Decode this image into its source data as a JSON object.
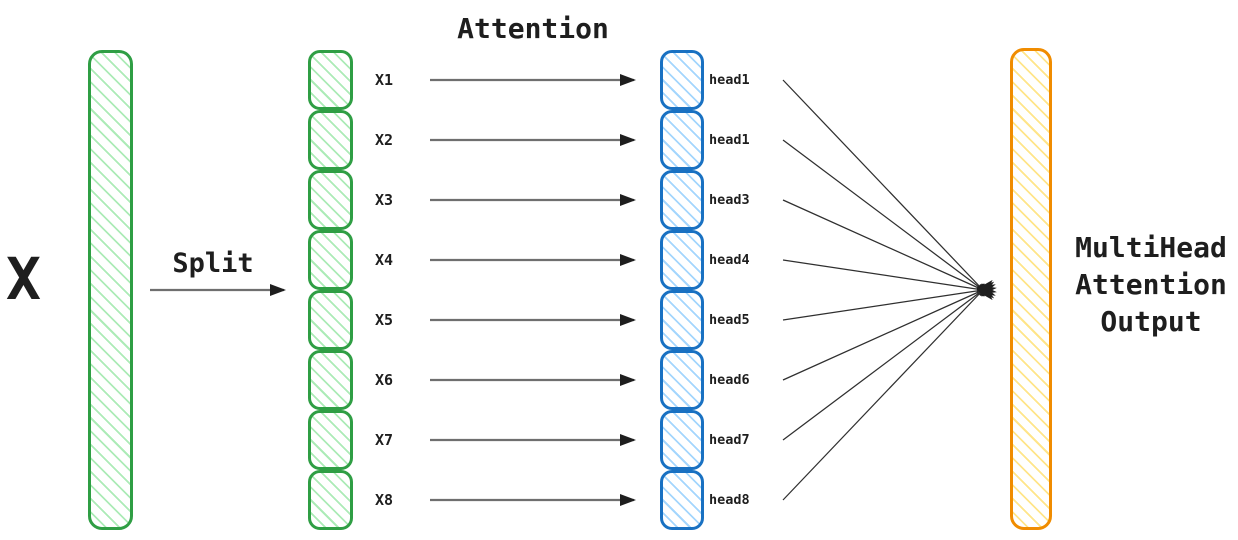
{
  "input_label": "X",
  "split_label": "Split",
  "attention_title": "Attention",
  "rows": [
    {
      "x_label": "X1",
      "head_label": "head1"
    },
    {
      "x_label": "X2",
      "head_label": "head1"
    },
    {
      "x_label": "X3",
      "head_label": "head3"
    },
    {
      "x_label": "X4",
      "head_label": "head4"
    },
    {
      "x_label": "X5",
      "head_label": "head5"
    },
    {
      "x_label": "X6",
      "head_label": "head6"
    },
    {
      "x_label": "X7",
      "head_label": "head7"
    },
    {
      "x_label": "X8",
      "head_label": "head8"
    }
  ],
  "output_label": {
    "line1": "MultiHead",
    "line2": "Attention",
    "line3": "Output"
  },
  "colors": {
    "green_stroke": "#2f9e44",
    "green_hatch": "rgba(105,219,124,0.55)",
    "blue_stroke": "#1971c2",
    "blue_hatch": "rgba(116,192,252,0.65)",
    "orange_stroke": "#f08c00",
    "orange_hatch": "rgba(255,212,59,0.6)",
    "text": "#1e1e1e",
    "arrow_line": "#6f6f6f",
    "arrow_head": "#1e1e1e",
    "wire": "#2f2f2f"
  }
}
